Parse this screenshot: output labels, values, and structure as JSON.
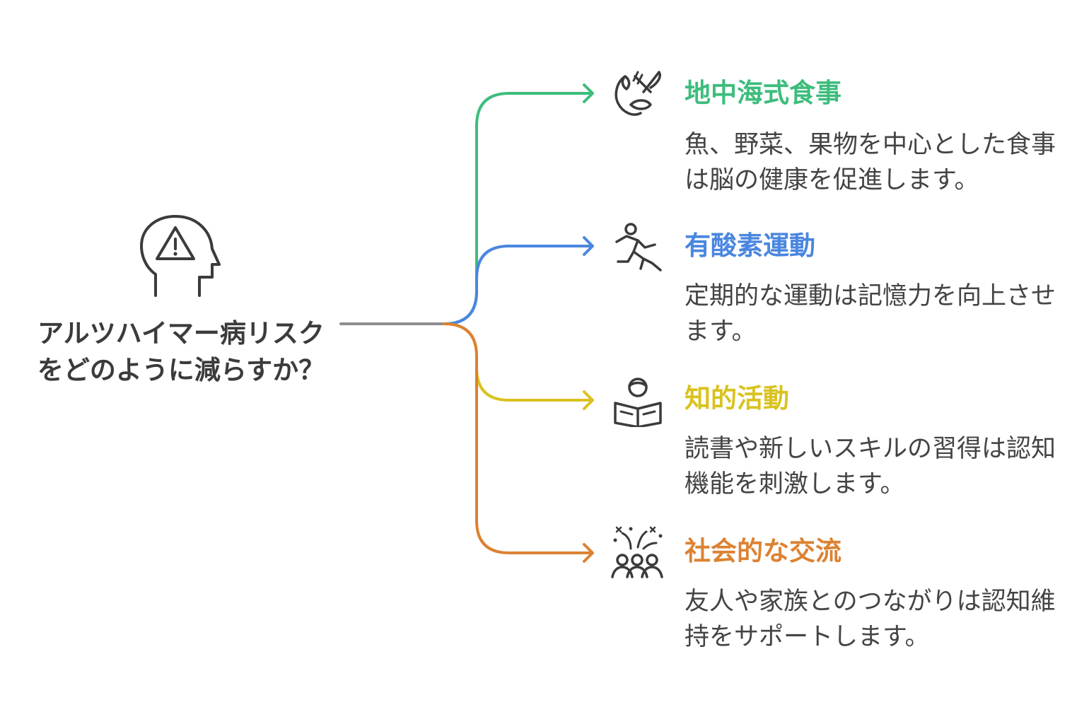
{
  "root": {
    "label": "アルツハイマー病リスクをどのように減らすか？",
    "icon": "head-warning-icon"
  },
  "branches": [
    {
      "title": "地中海式食事",
      "description": "魚、野菜、果物を中心とした食事は脳の健康を促進します。",
      "color": "#3dbd7c",
      "icon": "fish-fork-knife-icon"
    },
    {
      "title": "有酸素運動",
      "description": "定期的な運動は記憶力を向上させます。",
      "color": "#4a86e0",
      "icon": "running-person-icon"
    },
    {
      "title": "知的活動",
      "description": "読書や新しいスキルの習得は認知機能を刺激します。",
      "color": "#d9c21f",
      "icon": "person-reading-icon"
    },
    {
      "title": "社会的な交流",
      "description": "友人や家族とのつながりは認知維持をサポートします。",
      "color": "#dc8232",
      "icon": "group-celebration-icon"
    }
  ]
}
